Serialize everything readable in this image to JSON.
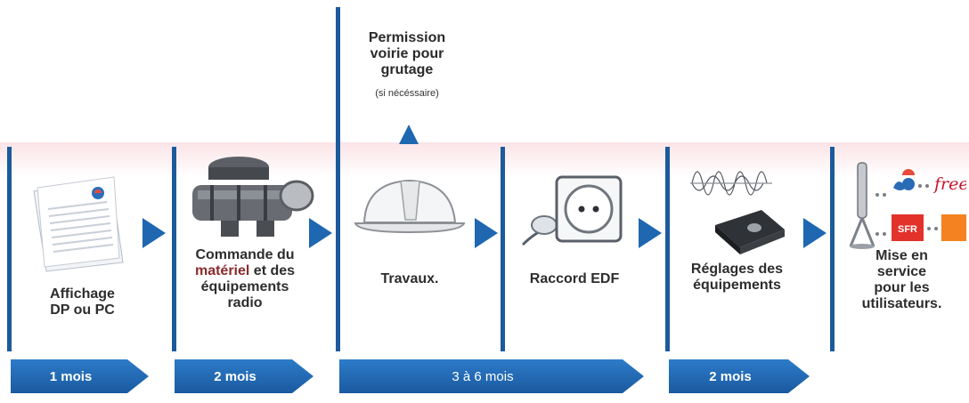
{
  "permission": {
    "title_line1": "Permission",
    "title_line2": "voirie pour",
    "title_line3": "grutage",
    "note": "(si nécéssaire)"
  },
  "steps": [
    {
      "line1": "Affichage",
      "line2": "DP ou PC"
    },
    {
      "line1": "Commande du",
      "line2_red": "matériel",
      "line2_rest": " et des",
      "line3": "équipements",
      "line4": "radio"
    },
    {
      "line1": "Travaux."
    },
    {
      "line1": "Raccord EDF"
    },
    {
      "line1": "Réglages des",
      "line2": "équipements"
    },
    {
      "line1": "Mise en",
      "line2": "service",
      "line3": "pour les",
      "line4": "utilisateurs."
    }
  ],
  "durations": [
    "1 mois",
    "2 mois",
    "3 à 6 mois",
    "2 mois"
  ],
  "operators": {
    "free": "free",
    "sfr": "SFR"
  },
  "colors": {
    "accent": "#1f67b0",
    "line": "#1c5a9c",
    "band": "#fbe4e7"
  }
}
